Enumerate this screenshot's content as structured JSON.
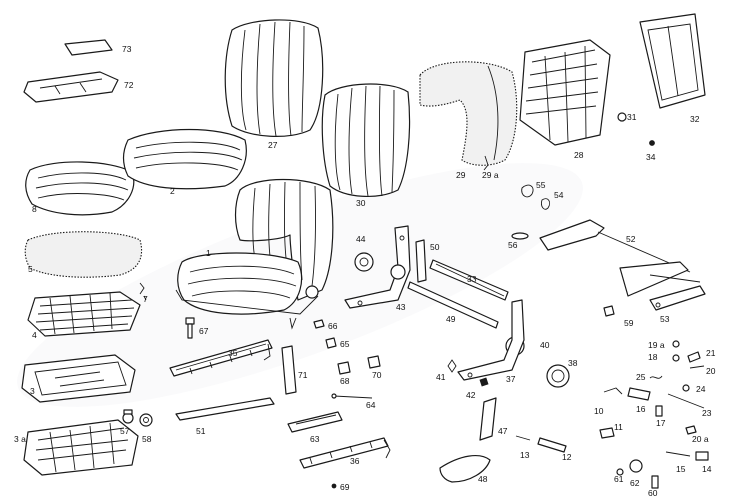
{
  "colors": {
    "line": "#1a1a1a",
    "background": "#ffffff",
    "watermark": "#d9dde4"
  },
  "callouts": {
    "c73": "73",
    "c72": "72",
    "c27": "27",
    "c29": "29",
    "c29a": "29 a",
    "c28": "28",
    "c31": "31",
    "c32": "32",
    "c34": "34",
    "c8": "8",
    "c2": "2",
    "c30": "30",
    "c55": "55",
    "c54": "54",
    "c56": "56",
    "c52": "52",
    "c44": "44",
    "c50": "50",
    "c1": "1",
    "c5": "5",
    "c33": "33",
    "c7": "7",
    "c43": "43",
    "c49": "49",
    "c4": "4",
    "c67": "67",
    "c66": "66",
    "c59": "59",
    "c53": "53",
    "c65": "65",
    "c40": "40",
    "c19a": "19 a",
    "c18": "18",
    "c21": "21",
    "c35": "35",
    "c3": "3",
    "c68": "68",
    "c70": "70",
    "c71": "71",
    "c41": "41",
    "c37": "37",
    "c38": "38",
    "c20": "20",
    "c25": "25",
    "c24": "24",
    "c42": "42",
    "c64": "64",
    "c57": "57",
    "c16": "16",
    "c17": "17",
    "c23": "23",
    "c10": "10",
    "c58": "58",
    "c51": "51",
    "c63": "63",
    "c47": "47",
    "c11": "11",
    "c20a": "20 a",
    "c3a": "3 a",
    "c13": "13",
    "c12": "12",
    "c36": "36",
    "c15": "15",
    "c14": "14",
    "c61": "61",
    "c62": "62",
    "c48": "48",
    "c60": "60",
    "c69": "69"
  }
}
